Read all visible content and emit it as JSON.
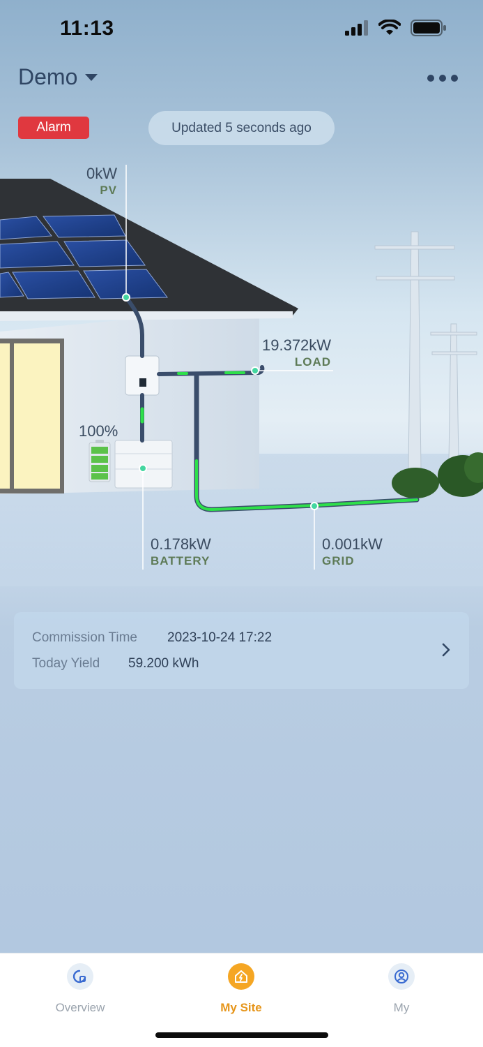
{
  "status_bar": {
    "time": "11:13"
  },
  "header": {
    "site_name": "Demo"
  },
  "alarm": {
    "label": "Alarm",
    "color": "#e0383f"
  },
  "update_status": "Updated 5 seconds ago",
  "energy_flow": {
    "pv": {
      "value": "0kW",
      "label": "PV"
    },
    "load": {
      "value": "19.372kW",
      "label": "LOAD"
    },
    "battery": {
      "value": "0.178kW",
      "label": "BATTERY",
      "soc": "100%",
      "soc_fraction": 1.0
    },
    "grid": {
      "value": "0.001kW",
      "label": "GRID"
    },
    "flow_color": "#2ee04a"
  },
  "info_card": {
    "commission_time": {
      "label": "Commission Time",
      "value": "2023-10-24 17:22"
    },
    "today_yield": {
      "label": "Today Yield",
      "value": "59.200 kWh"
    }
  },
  "tabs": [
    {
      "label": "Overview",
      "icon": "overview-icon",
      "active": false
    },
    {
      "label": "My Site",
      "icon": "site-icon",
      "active": true
    },
    {
      "label": "My",
      "icon": "user-icon",
      "active": false
    }
  ],
  "accent_color": "#f5a623"
}
